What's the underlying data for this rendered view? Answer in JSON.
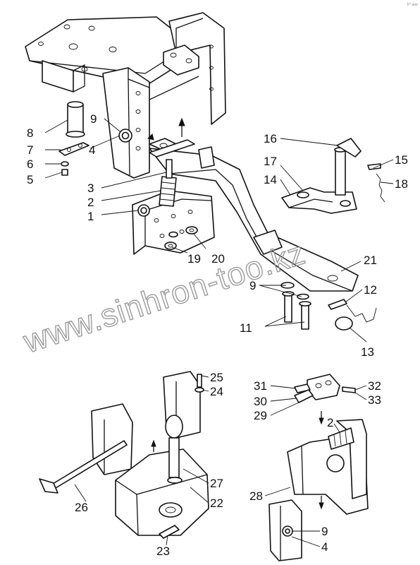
{
  "watermark": "www.sinhron-too.kz",
  "corner_code": "F° ooo",
  "callouts": {
    "c1": "1",
    "c2": "2",
    "c3": "3",
    "c4": "4",
    "c5": "5",
    "c6": "6",
    "c7": "7",
    "c8": "8",
    "c9": "9",
    "c11": "11",
    "c12": "12",
    "c13": "13",
    "c14": "14",
    "c15": "15",
    "c16": "16",
    "c17": "17",
    "c18": "18",
    "c19": "19",
    "c20": "20",
    "c21": "21",
    "c9b": "9",
    "c22": "22",
    "c23": "23",
    "c24": "24",
    "c25": "25",
    "c26": "26",
    "c27": "27",
    "c28": "28",
    "c29": "29",
    "c30": "30",
    "c31": "31",
    "c32": "32",
    "c33": "33",
    "c2b": "2",
    "c9c": "9",
    "c4b": "4"
  }
}
